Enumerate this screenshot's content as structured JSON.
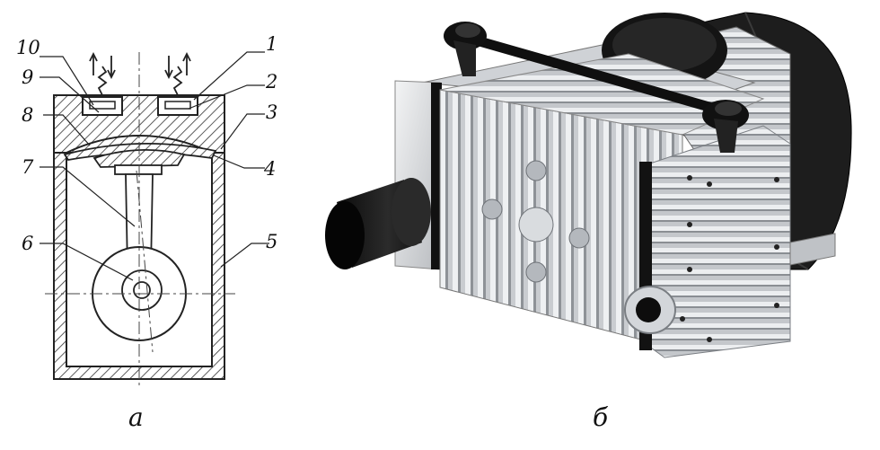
{
  "figure": {
    "panel_a": {
      "caption": "а",
      "labels": [
        "1",
        "2",
        "3",
        "4",
        "5",
        "6",
        "7",
        "8",
        "9",
        "10"
      ]
    },
    "panel_b": {
      "caption": "б"
    }
  },
  "colors": {
    "line": "#222222",
    "hatch": "#333333",
    "metal_light": "#d7d9dc",
    "metal_mid": "#a9adb2",
    "metal_dark": "#5e6268",
    "black_part": "#161616"
  }
}
